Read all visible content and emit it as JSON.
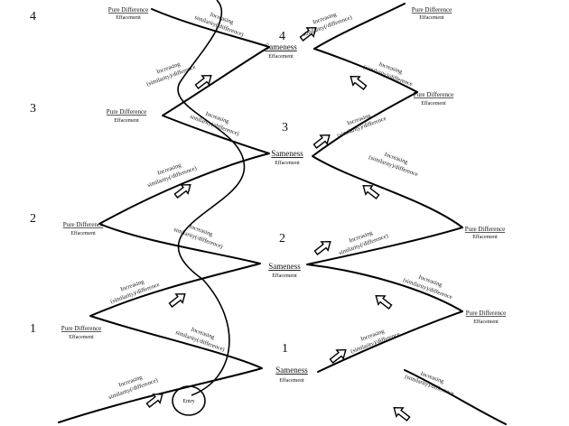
{
  "levels": {
    "left": [
      "1",
      "2",
      "3",
      "4"
    ],
    "center": [
      "1",
      "2",
      "3",
      "4"
    ]
  },
  "sameness": {
    "title": "Sameness",
    "subtitle": "Effacement"
  },
  "pure_difference": {
    "title": "Pure Difference",
    "subtitle": "Effacement"
  },
  "increasing": {
    "line1": "Increasing",
    "line2_a": "similarity(/difference)",
    "line2_b": "(similarity)/difference"
  },
  "entry": "Entry"
}
